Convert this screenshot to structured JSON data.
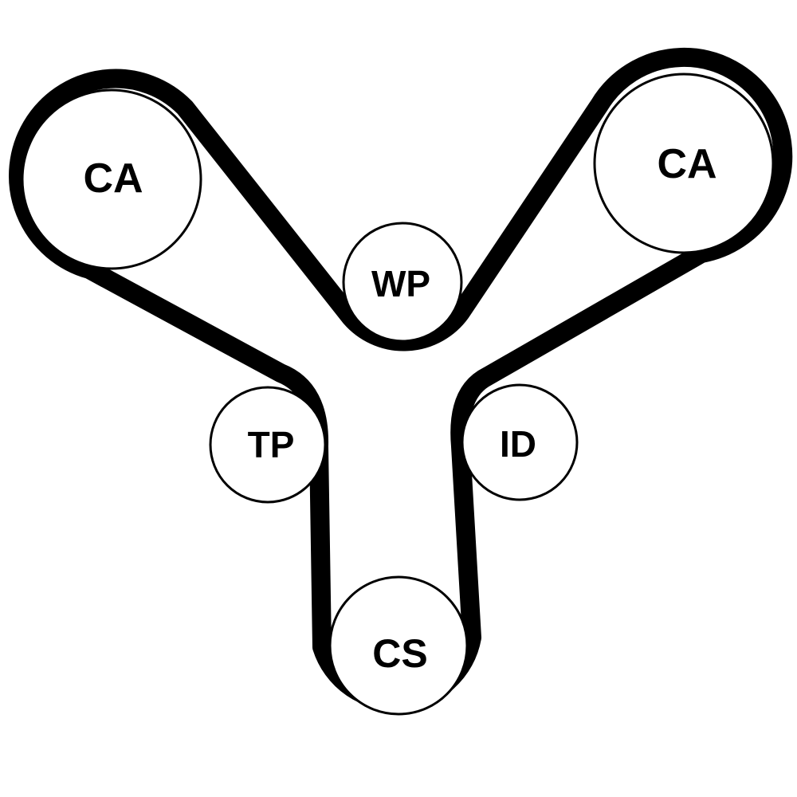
{
  "title": "Timing belt routing diagram",
  "pulleys": {
    "cam_left": {
      "label": "CA"
    },
    "cam_right": {
      "label": "CA"
    },
    "water_pump": {
      "label": "WP"
    },
    "tensioner": {
      "label": "TP"
    },
    "idler": {
      "label": "ID"
    },
    "crankshaft": {
      "label": "CS"
    }
  },
  "colors": {
    "belt": "#000000",
    "background": "#ffffff"
  }
}
